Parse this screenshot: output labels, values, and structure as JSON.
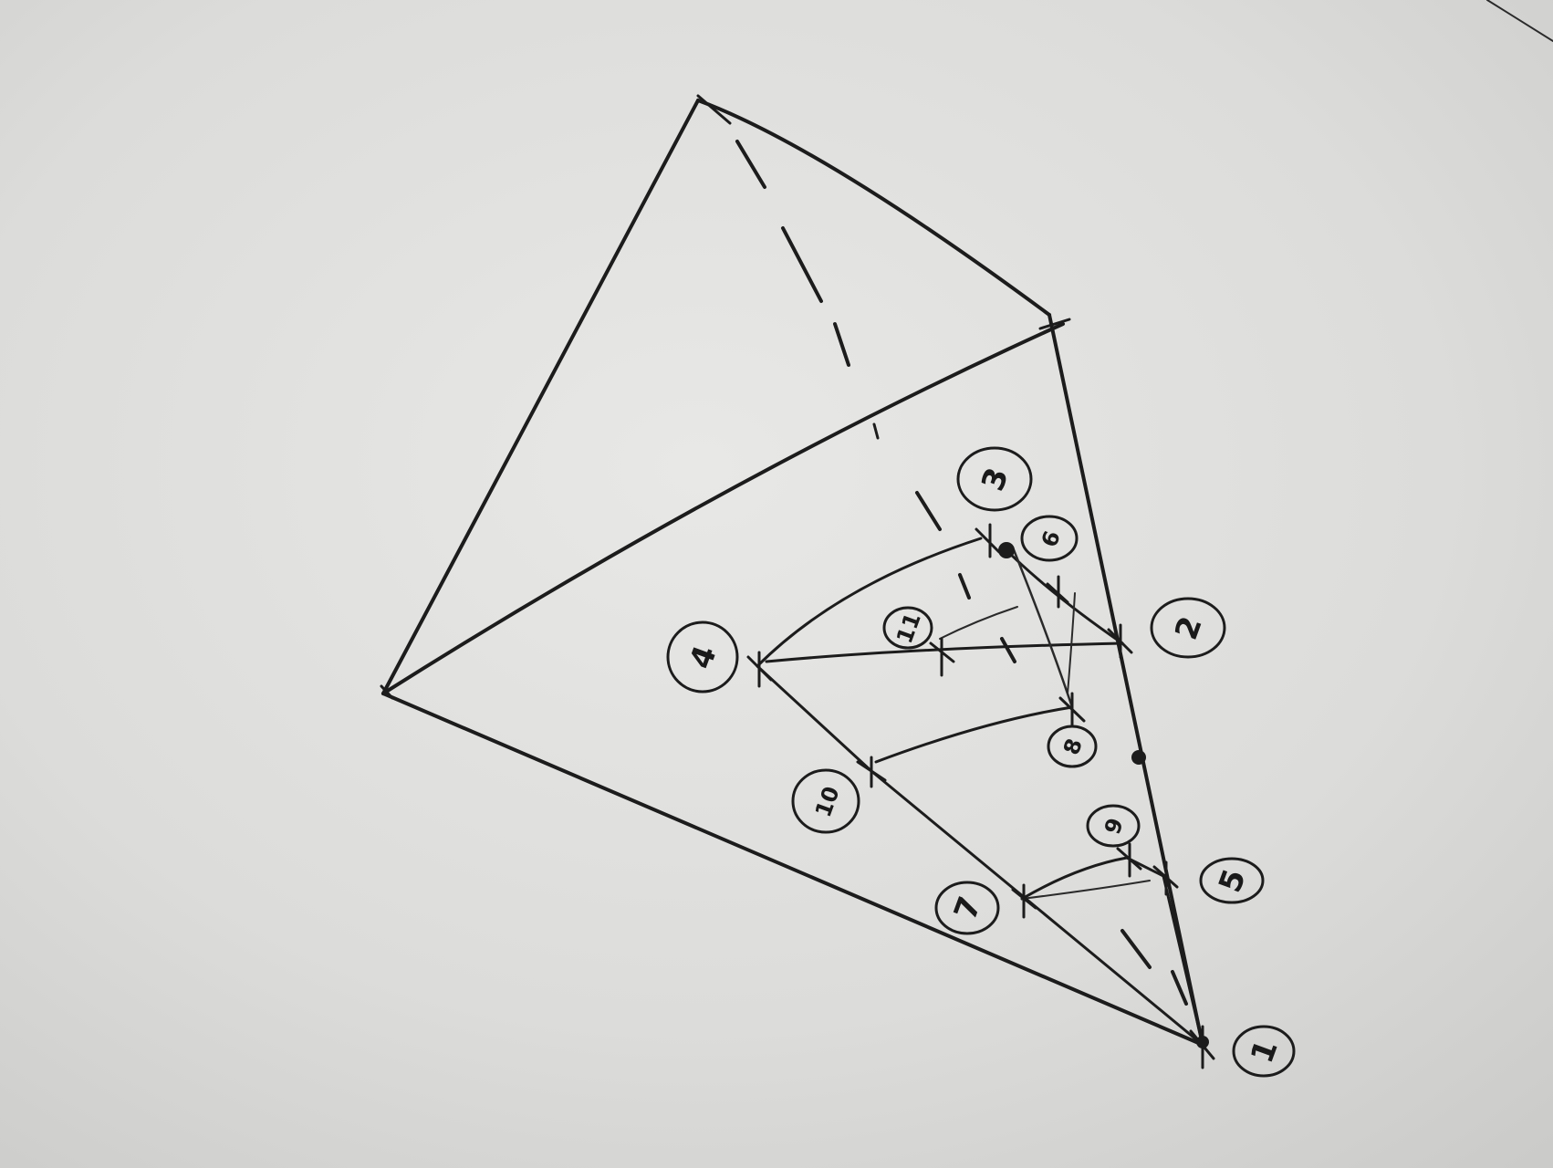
{
  "colors": {
    "paper": "#dcdcda",
    "ink": "#1c1c1c"
  },
  "point_labels": {
    "p1": "1",
    "p2": "2",
    "p3": "3",
    "p4": "4",
    "p5": "5",
    "p6": "6",
    "p7": "7",
    "p8": "8",
    "p9": "9",
    "p10": "10",
    "p11": "11"
  }
}
